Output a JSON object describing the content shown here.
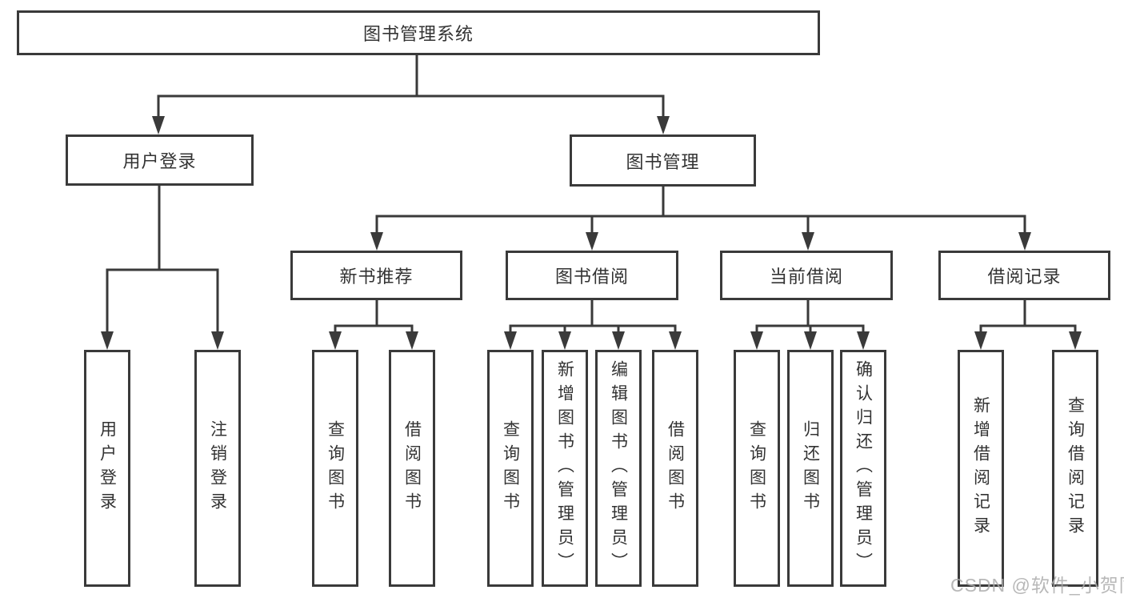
{
  "root_label": "图书管理系统",
  "level2": {
    "user_login": "用户登录",
    "book_management": "图书管理"
  },
  "user_login_children": {
    "login": "用户登录",
    "logout": "注销登录"
  },
  "book_management_children": {
    "new_book_rec": "新书推荐",
    "book_borrow": "图书借阅",
    "current_borrow": "当前借阅",
    "borrow_records": "借阅记录"
  },
  "new_book_rec_children": {
    "query_books": "查询图书",
    "borrow_books": "借阅图书"
  },
  "book_borrow_children": {
    "query_books": "查询图书",
    "add_books": "新增图书（管理员）",
    "edit_books": "编辑图书（管理员）",
    "borrow_books": "借阅图书"
  },
  "current_borrow_children": {
    "query_books": "查询图书",
    "return_books": "归还图书",
    "confirm_return": "确认归还（管理员）"
  },
  "borrow_records_children": {
    "add_record": "新增借阅记录",
    "query_record": "查询借阅记录"
  },
  "watermark": "CSDN @软件_小贺同学",
  "colors": {
    "line": "#3a3a3a",
    "text": "#333333",
    "watermark": "#acacac",
    "background": "#ffffff"
  }
}
